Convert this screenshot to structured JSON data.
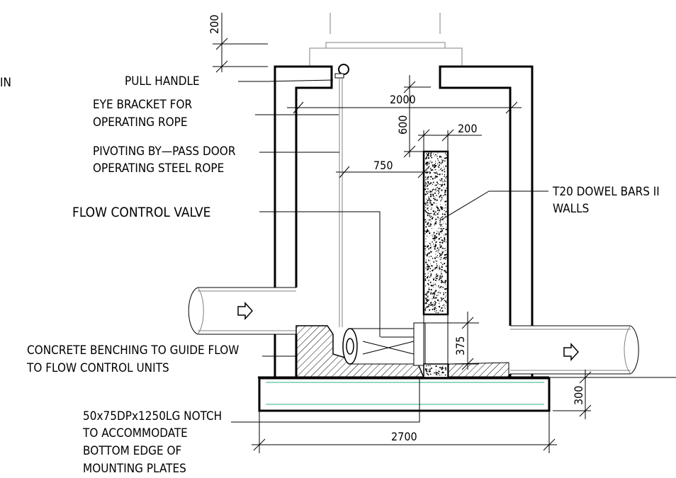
{
  "labels": {
    "partial_left": "IN",
    "pull_handle": "PULL HANDLE",
    "eye_bracket": [
      "EYE BRACKET FOR",
      "OPERATING ROPE"
    ],
    "bypass_door": [
      "PIVOTING BY—PASS DOOR",
      "OPERATING STEEL ROPE"
    ],
    "flow_control_valve": "FLOW  CONTROL  VALVE",
    "dowel_bars": [
      "T20 DOWEL BARS II",
      "WALLS"
    ],
    "benching": [
      "CONCRETE BENCHING TO GUIDE FLOW",
      "TO FLOW CONTROL UNITS"
    ],
    "notch": [
      "50x75DPx1250LG NOTCH",
      "TO ACCOMMODATE",
      "BOTTOM EDGE OF",
      "MOUNTING PLATES"
    ]
  },
  "dimensions": {
    "top_cover": "200",
    "width_2000": "2000",
    "height_600": "600",
    "wall_200": "200",
    "offset_750": "750",
    "height_375": "375",
    "base_300": "300",
    "base_2700": "2700"
  }
}
